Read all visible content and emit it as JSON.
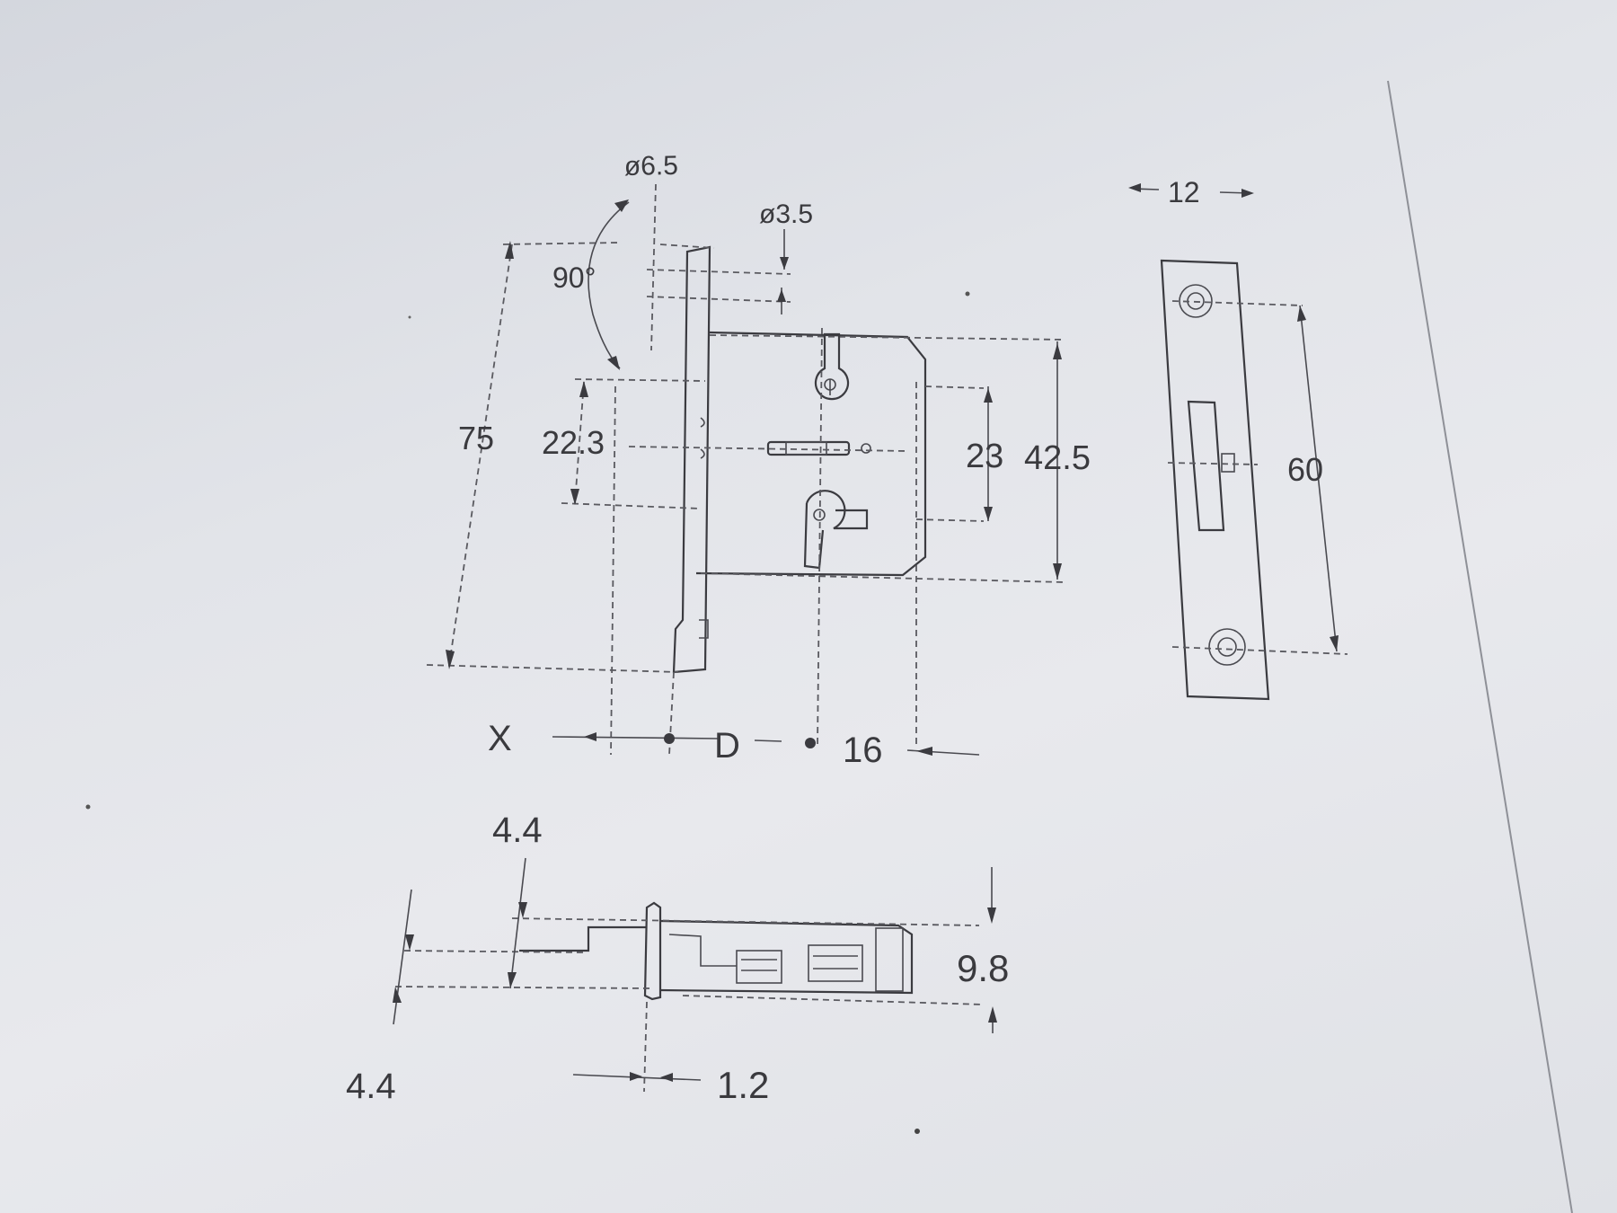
{
  "labels": {
    "d_6_5": "ø6.5",
    "d_3_5": "ø3.5",
    "angle_90": "90°",
    "h_75": "75",
    "h_22_3": "22.3",
    "h_23": "23",
    "h_42_5": "42.5",
    "x": "X",
    "d": "D",
    "w_16": "16",
    "w_12": "12",
    "h_60": "60",
    "t_4_4_top": "4.4",
    "t_4_4_bottom": "4.4",
    "t_9_8": "9.8",
    "t_1_2": "1.2"
  },
  "colors": {
    "ink": "#3b3b40",
    "paper": "#e4e6ea"
  }
}
